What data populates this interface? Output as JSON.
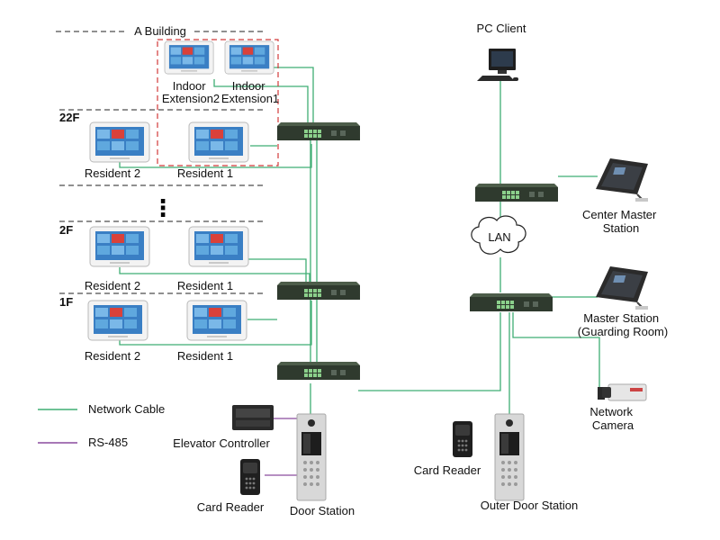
{
  "building_title": "A Building",
  "floors": {
    "f22": "22F",
    "f2": "2F",
    "f1": "1F"
  },
  "ellipsis": "⋮",
  "devices": {
    "indoor_extension_2": [
      "Indoor",
      "Extension2"
    ],
    "indoor_extension_1": [
      "Indoor",
      "Extension1"
    ],
    "resident_22f_2": "Resident 2",
    "resident_22f_1": "Resident 1",
    "resident_2f_2": "Resident 2",
    "resident_2f_1": "Resident 1",
    "resident_1f_2": "Resident 2",
    "resident_1f_1": "Resident 1",
    "pc_client": "PC Client",
    "lan": "LAN",
    "center_master_station": [
      "Center Master",
      "Station"
    ],
    "master_station": [
      "Master Station",
      "(Guarding Room)"
    ],
    "network_camera": [
      "Network",
      "Camera"
    ],
    "elevator_controller": "Elevator Controller",
    "card_reader_left": "Card Reader",
    "door_station": "Door Station",
    "card_reader_right": "Card Reader",
    "outer_door_station": "Outer Door Station"
  },
  "legend": {
    "network_cable": "Network Cable",
    "rs485": "RS-485",
    "network_color": "#3fae74",
    "rs485_color": "#8a4c9e"
  }
}
